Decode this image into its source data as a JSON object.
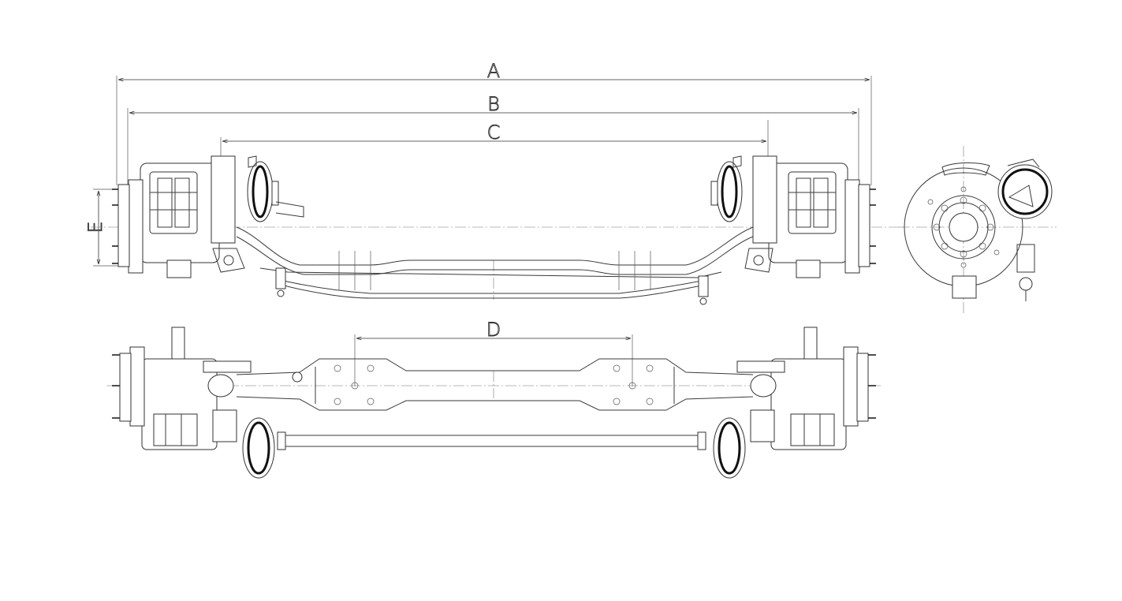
{
  "dimension_labels": {
    "a": "A",
    "b": "B",
    "c": "C",
    "d": "D",
    "e": "E"
  },
  "colors": {
    "line": "#3a3a3a",
    "background": "#ffffff"
  }
}
